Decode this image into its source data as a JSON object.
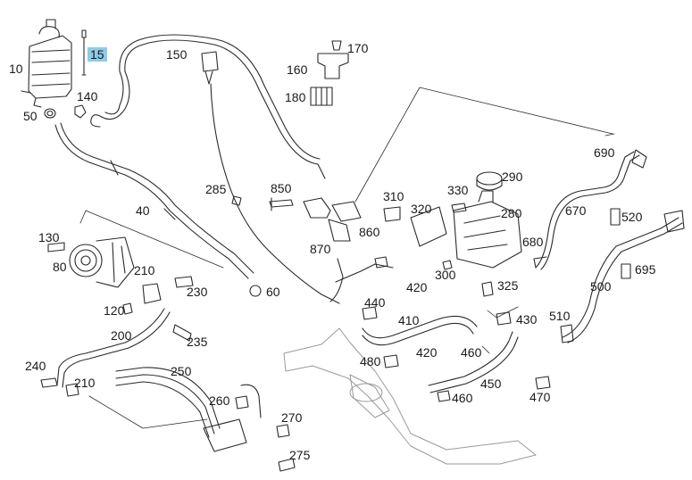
{
  "diagram": {
    "callouts": [
      {
        "id": "10",
        "label": "10"
      },
      {
        "id": "15",
        "label": "15",
        "highlighted": true
      },
      {
        "id": "50",
        "label": "50"
      },
      {
        "id": "140",
        "label": "140"
      },
      {
        "id": "150",
        "label": "150"
      },
      {
        "id": "170",
        "label": "170"
      },
      {
        "id": "160",
        "label": "160"
      },
      {
        "id": "180",
        "label": "180"
      },
      {
        "id": "690",
        "label": "690"
      },
      {
        "id": "290",
        "label": "290"
      },
      {
        "id": "285",
        "label": "285"
      },
      {
        "id": "850",
        "label": "850"
      },
      {
        "id": "310",
        "label": "310"
      },
      {
        "id": "330",
        "label": "330"
      },
      {
        "id": "320",
        "label": "320"
      },
      {
        "id": "280",
        "label": "280"
      },
      {
        "id": "670",
        "label": "670"
      },
      {
        "id": "520",
        "label": "520"
      },
      {
        "id": "40",
        "label": "40"
      },
      {
        "id": "860",
        "label": "860"
      },
      {
        "id": "680",
        "label": "680"
      },
      {
        "id": "130",
        "label": "130"
      },
      {
        "id": "870",
        "label": "870"
      },
      {
        "id": "80",
        "label": "80"
      },
      {
        "id": "695",
        "label": "695"
      },
      {
        "id": "210a",
        "label": "210"
      },
      {
        "id": "300",
        "label": "300"
      },
      {
        "id": "500",
        "label": "500"
      },
      {
        "id": "230",
        "label": "230"
      },
      {
        "id": "420a",
        "label": "420"
      },
      {
        "id": "325",
        "label": "325"
      },
      {
        "id": "60",
        "label": "60"
      },
      {
        "id": "440",
        "label": "440"
      },
      {
        "id": "120",
        "label": "120"
      },
      {
        "id": "410",
        "label": "410"
      },
      {
        "id": "430",
        "label": "430"
      },
      {
        "id": "510",
        "label": "510"
      },
      {
        "id": "200",
        "label": "200"
      },
      {
        "id": "235",
        "label": "235"
      },
      {
        "id": "420b",
        "label": "420"
      },
      {
        "id": "460a",
        "label": "460"
      },
      {
        "id": "240",
        "label": "240"
      },
      {
        "id": "250",
        "label": "250"
      },
      {
        "id": "480",
        "label": "480"
      },
      {
        "id": "210b",
        "label": "210"
      },
      {
        "id": "450",
        "label": "450"
      },
      {
        "id": "460b",
        "label": "460"
      },
      {
        "id": "470",
        "label": "470"
      },
      {
        "id": "260",
        "label": "260"
      },
      {
        "id": "270",
        "label": "270"
      },
      {
        "id": "275",
        "label": "275"
      }
    ],
    "colors": {
      "line": "#2b2b2b",
      "highlight": "#8fcbe6",
      "background": "#ffffff"
    }
  }
}
